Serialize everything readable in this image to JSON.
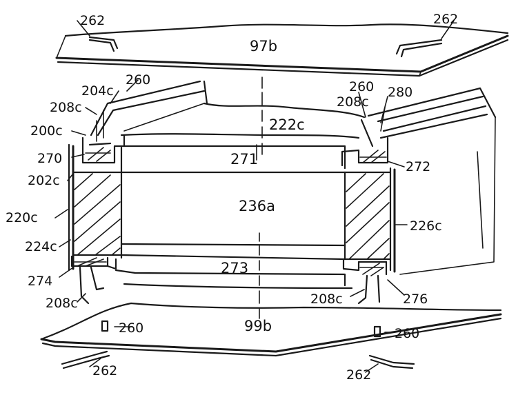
{
  "labels": {
    "top_plate": "97b",
    "bottom_plate": "99b",
    "top_left_262": "262",
    "top_right_262": "262",
    "bottom_left_262": "262",
    "bottom_right_262": "262",
    "bottom_left_260": "260",
    "bottom_right_260": "260",
    "left_260": "260",
    "left_204c": "204c",
    "left_208c_top": "208c",
    "left_200c": "200c",
    "left_270": "270",
    "left_202c": "202c",
    "left_220c": "220c",
    "left_224c": "224c",
    "left_274": "274",
    "left_208c_bottom": "208c",
    "right_260": "260",
    "right_280": "280",
    "right_208c_top": "208c",
    "right_272": "272",
    "right_226c": "226c",
    "right_208c_bottom": "208c",
    "right_276": "276",
    "center_222c": "222c",
    "center_271": "271",
    "center_236a": "236a",
    "center_273": "273"
  }
}
